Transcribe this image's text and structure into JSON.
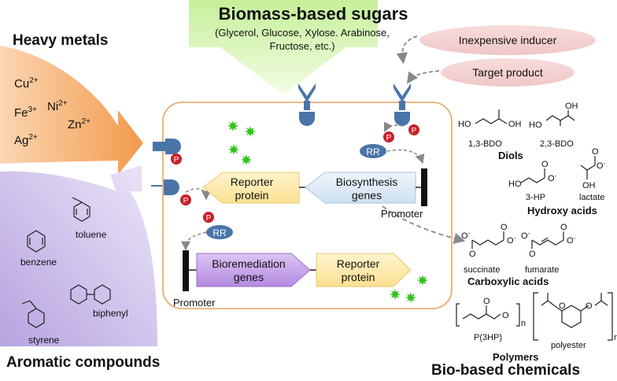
{
  "sugars": {
    "title": "Biomass-based sugars",
    "subtitle_line1": "(Glycerol, Glucose, Xylose. Arabinose,",
    "subtitle_line2": "Fructose, etc.)"
  },
  "inducers": {
    "inexpensive": "Inexpensive inducer",
    "target": "Target product"
  },
  "heavy_metals": {
    "title": "Heavy metals",
    "ions": [
      {
        "sym": "Cu",
        "charge": "2+"
      },
      {
        "sym": "Fe",
        "charge": "3+"
      },
      {
        "sym": "Ni",
        "charge": "2+"
      },
      {
        "sym": "Zn",
        "charge": "2+"
      },
      {
        "sym": "Ag",
        "charge": "2+"
      }
    ]
  },
  "aromatics": {
    "title": "Aromatic compounds",
    "compounds": [
      "toluene",
      "benzene",
      "biphenyl",
      "styrene"
    ]
  },
  "cell": {
    "phospho": "P",
    "rr": "RR",
    "reporter_protein": [
      "Reporter",
      "protein"
    ],
    "biosynthesis_genes": [
      "Biosynthesis",
      "genes"
    ],
    "bioremediation_genes": [
      "Bioremediation",
      "genes"
    ],
    "promoter": "Promoter"
  },
  "chemicals": {
    "title": "Bio-based chemicals",
    "diols": {
      "label": "Diols",
      "items": [
        "1,3-BDO",
        "2,3-BDO"
      ]
    },
    "hydroxy": {
      "label": "Hydroxy acids",
      "items": [
        "3-HP",
        "lactate"
      ]
    },
    "carboxylic": {
      "label": "Carboxylic acids",
      "items": [
        "succinate",
        "fumarate"
      ]
    },
    "polymers": {
      "label": "Polymers",
      "items": [
        "P(3HP)",
        "polyester"
      ]
    },
    "atoms": {
      "oh": "OH",
      "ho": "HO",
      "o": "O",
      "o_minus": "O",
      "minus": "-",
      "n": "n"
    }
  },
  "colors": {
    "receptor": "#4a74a8",
    "phospho": "#c8202a",
    "reporter_fill": "#fde9a8",
    "biosynthesis_fill": "#dce9f5",
    "bioremediation_fill": "#c9a6e8",
    "cell_border": "#e8a25e",
    "star": "#2fc41a"
  }
}
